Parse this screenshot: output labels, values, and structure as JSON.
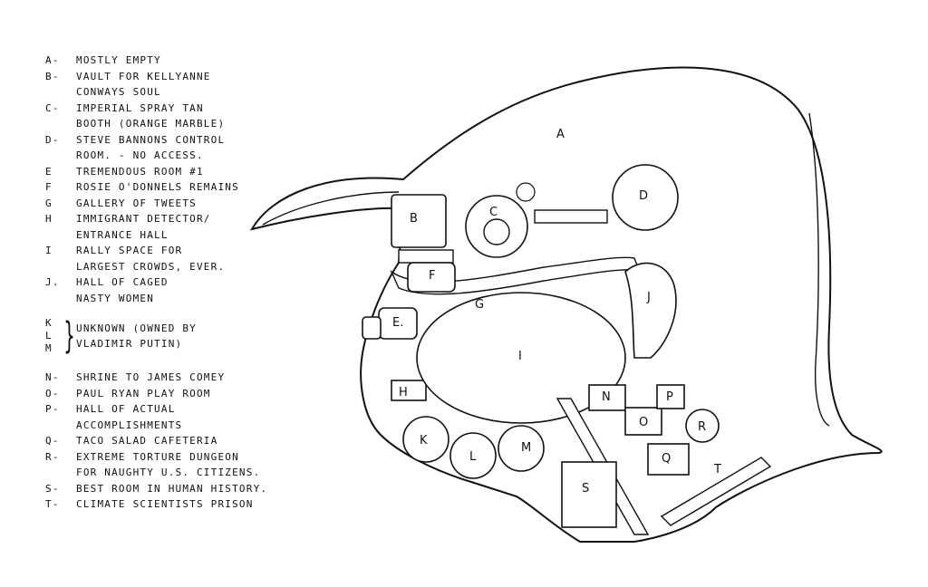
{
  "legend": {
    "A": {
      "key": "A-",
      "lines": [
        "MOSTLY EMPTY"
      ]
    },
    "B": {
      "key": "B-",
      "lines": [
        "VAULT FOR KELLYANNE",
        "CONWAYS SOUL"
      ]
    },
    "C": {
      "key": "C-",
      "lines": [
        "IMPERIAL SPRAY TAN",
        "BOOTH (ORANGE MARBLE)"
      ]
    },
    "D": {
      "key": "D-",
      "lines": [
        "STEVE BANNONS CONTROL",
        "ROOM. - NO ACCESS."
      ]
    },
    "E": {
      "key": "E",
      "lines": [
        "TREMENDOUS ROOM #1"
      ]
    },
    "F": {
      "key": "F",
      "lines": [
        "ROSIE O'DONNELS REMAINS"
      ]
    },
    "G": {
      "key": "G",
      "lines": [
        "GALLERY OF TWEETS"
      ]
    },
    "H": {
      "key": "H",
      "lines": [
        "IMMIGRANT DETECTOR/",
        "ENTRANCE HALL"
      ]
    },
    "I": {
      "key": "I",
      "lines": [
        "RALLY SPACE FOR",
        "LARGEST CROWDS, EVER."
      ]
    },
    "J": {
      "key": "J.",
      "lines": [
        "HALL OF CAGED",
        "NASTY WOMEN"
      ]
    },
    "KLM": {
      "keys": [
        "K",
        "L",
        "M"
      ],
      "lines": [
        "UNKNOWN (OWNED BY",
        "VLADIMIR PUTIN)"
      ]
    },
    "N": {
      "key": "N-",
      "lines": [
        "SHRINE TO JAMES COMEY"
      ]
    },
    "O": {
      "key": "O-",
      "lines": [
        "PAUL RYAN PLAY ROOM"
      ]
    },
    "P": {
      "key": "P-",
      "lines": [
        "HALL OF ACTUAL",
        "ACCOMPLISHMENTS"
      ]
    },
    "Q": {
      "key": "Q-",
      "lines": [
        "TACO SALAD CAFETERIA"
      ]
    },
    "R": {
      "key": "R-",
      "lines": [
        "EXTREME TORTURE DUNGEON",
        "FOR NAUGHTY U.S. CITIZENS."
      ]
    },
    "S": {
      "key": "S-",
      "lines": [
        "BEST ROOM IN HUMAN HISTORY."
      ]
    },
    "T": {
      "key": "T-",
      "lines": [
        "CLIMATE SCIENTISTS PRISON"
      ]
    }
  },
  "map_labels": {
    "A": "A",
    "B": "B",
    "C": "C",
    "D": "D",
    "E": "E.",
    "F": "F",
    "G": "G",
    "H": "H",
    "I": "I",
    "J": "J",
    "K": "K",
    "L": "L",
    "M": "M",
    "N": "N",
    "O": "O",
    "P": "P",
    "Q": "Q",
    "R": "R",
    "S": "S",
    "T": "T"
  }
}
